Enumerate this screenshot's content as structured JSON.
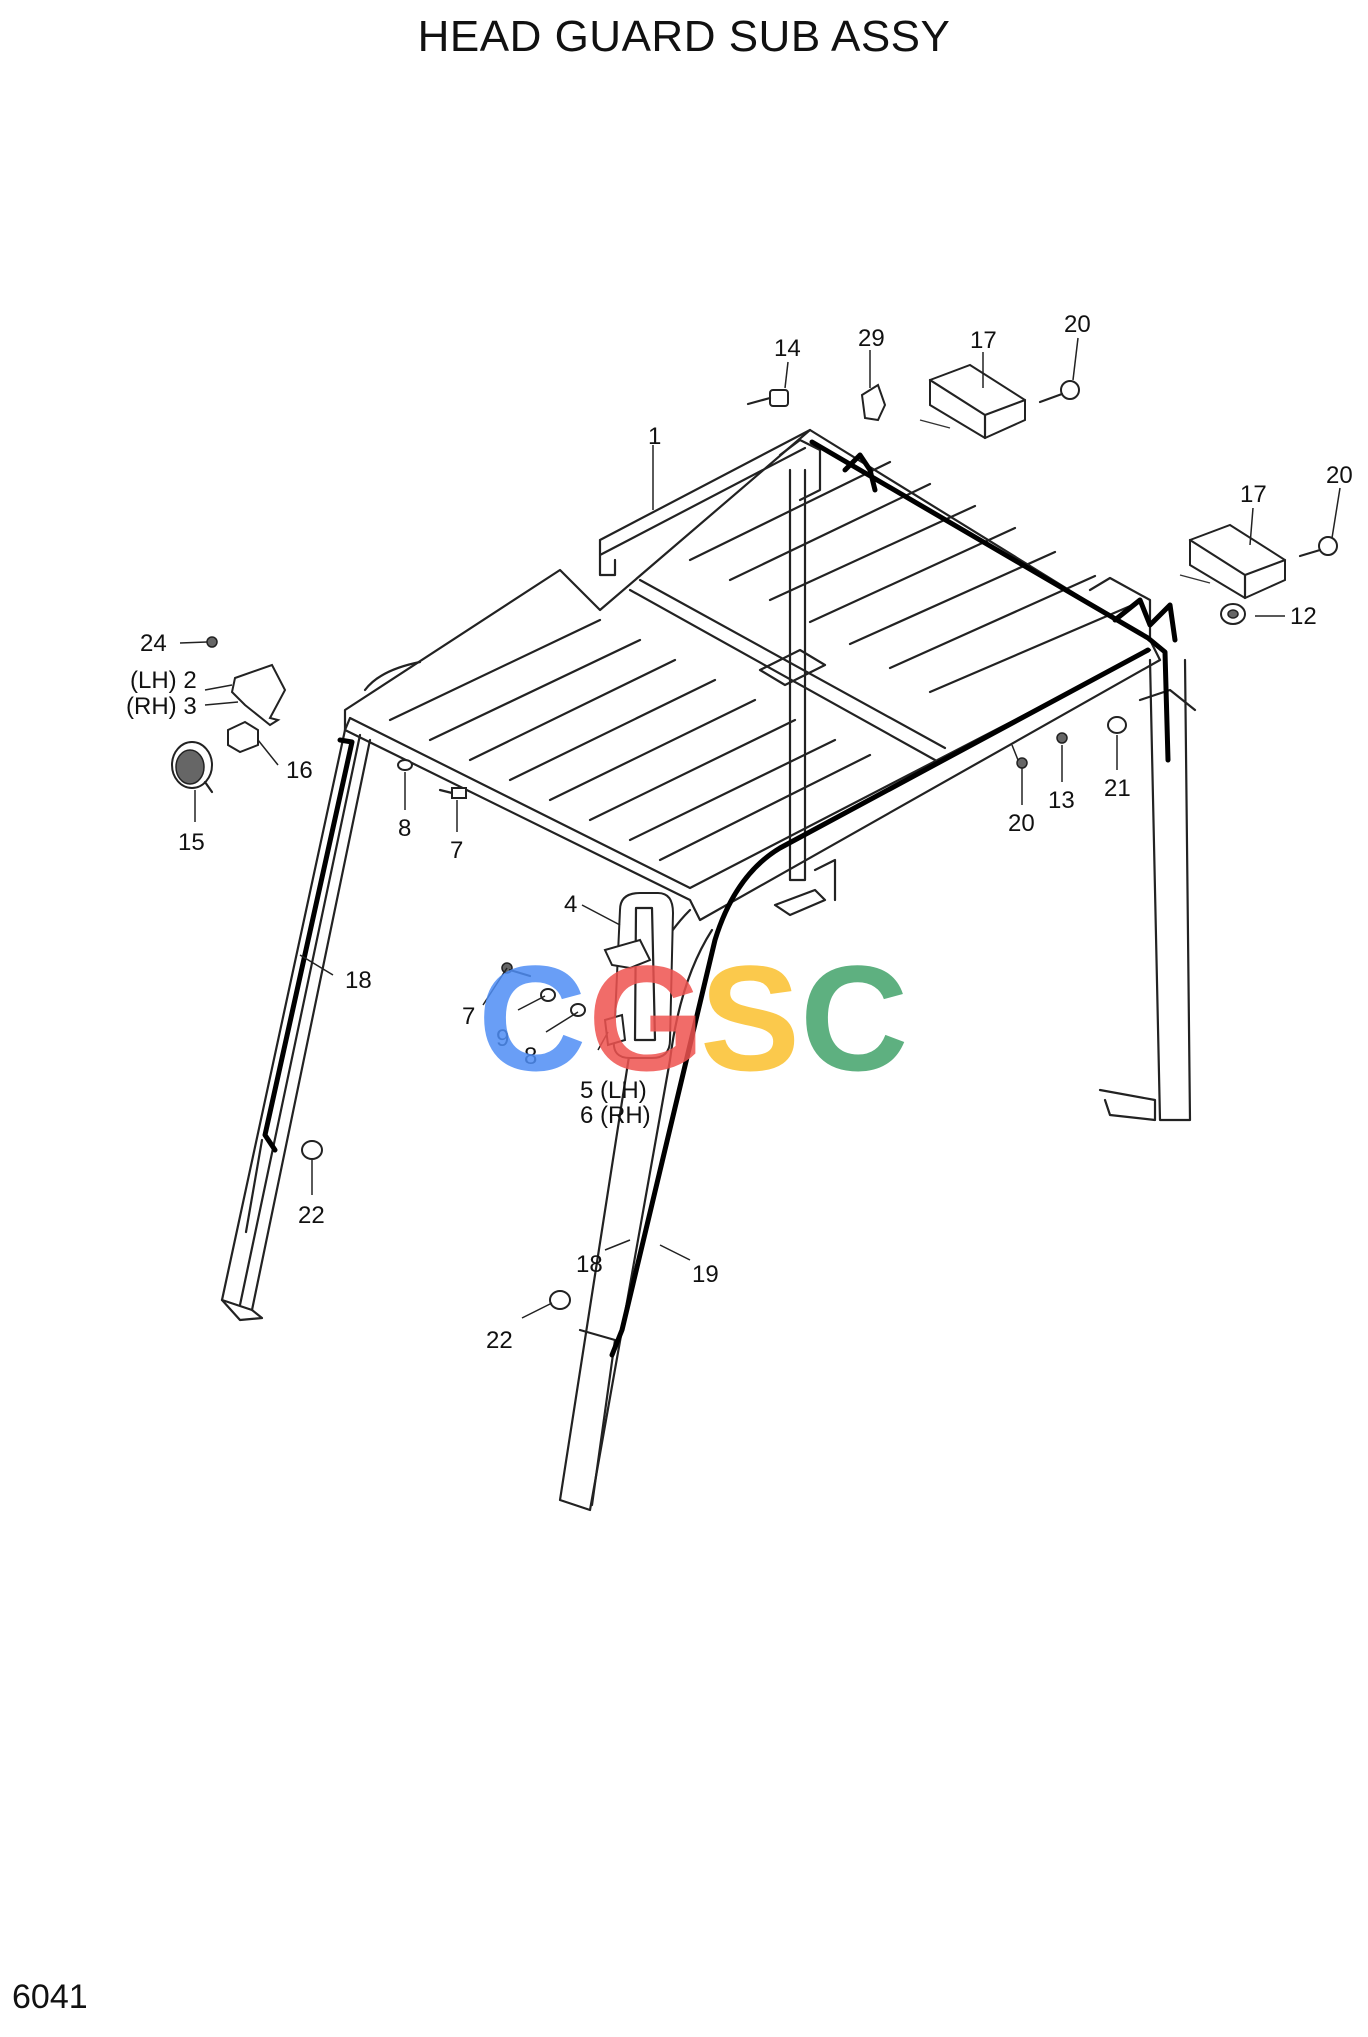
{
  "title": "HEAD GUARD SUB ASSY",
  "page_number": "6041",
  "watermark": {
    "letters": [
      "C",
      "G",
      "S",
      "C"
    ],
    "colors": [
      "#4f8ef5",
      "#ef5350",
      "#fbc02d",
      "#43a36b"
    ]
  },
  "callouts": [
    {
      "id": "c1",
      "text": "1"
    },
    {
      "id": "c14",
      "text": "14"
    },
    {
      "id": "c29",
      "text": "29"
    },
    {
      "id": "c17a",
      "text": "17"
    },
    {
      "id": "c20a",
      "text": "20"
    },
    {
      "id": "c17b",
      "text": "17"
    },
    {
      "id": "c20b",
      "text": "20"
    },
    {
      "id": "c12",
      "text": "12"
    },
    {
      "id": "c24",
      "text": "24"
    },
    {
      "id": "c2",
      "text": "(LH) 2"
    },
    {
      "id": "c3",
      "text": "(RH) 3"
    },
    {
      "id": "c16",
      "text": "16"
    },
    {
      "id": "c15",
      "text": "15"
    },
    {
      "id": "c8a",
      "text": "8"
    },
    {
      "id": "c7a",
      "text": "7"
    },
    {
      "id": "c18a",
      "text": "18"
    },
    {
      "id": "c22a",
      "text": "22"
    },
    {
      "id": "c20c",
      "text": "20"
    },
    {
      "id": "c13",
      "text": "13"
    },
    {
      "id": "c21",
      "text": "21"
    },
    {
      "id": "c4",
      "text": "4"
    },
    {
      "id": "c7b",
      "text": "7"
    },
    {
      "id": "c9",
      "text": "9"
    },
    {
      "id": "c8b",
      "text": "8"
    },
    {
      "id": "c5",
      "text": "5 (LH)"
    },
    {
      "id": "c6",
      "text": "6 (RH)"
    },
    {
      "id": "c18b",
      "text": "18"
    },
    {
      "id": "c19",
      "text": "19"
    },
    {
      "id": "c22b",
      "text": "22"
    }
  ]
}
